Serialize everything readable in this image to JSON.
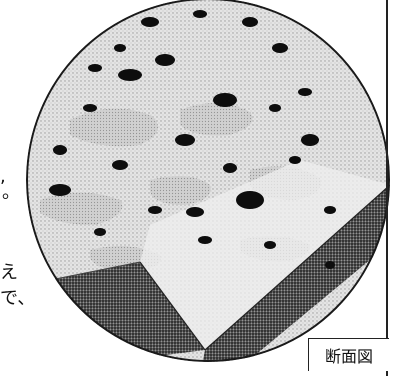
{
  "figure": {
    "caption": "断面図"
  },
  "margin_text": {
    "line1": ",",
    "line2": "。",
    "line3": "え",
    "line4": "で、"
  },
  "colors": {
    "ink": "#111111",
    "surface": "#d9d9d9",
    "cross_section": "#6f6f6f",
    "background": "#ffffff"
  }
}
